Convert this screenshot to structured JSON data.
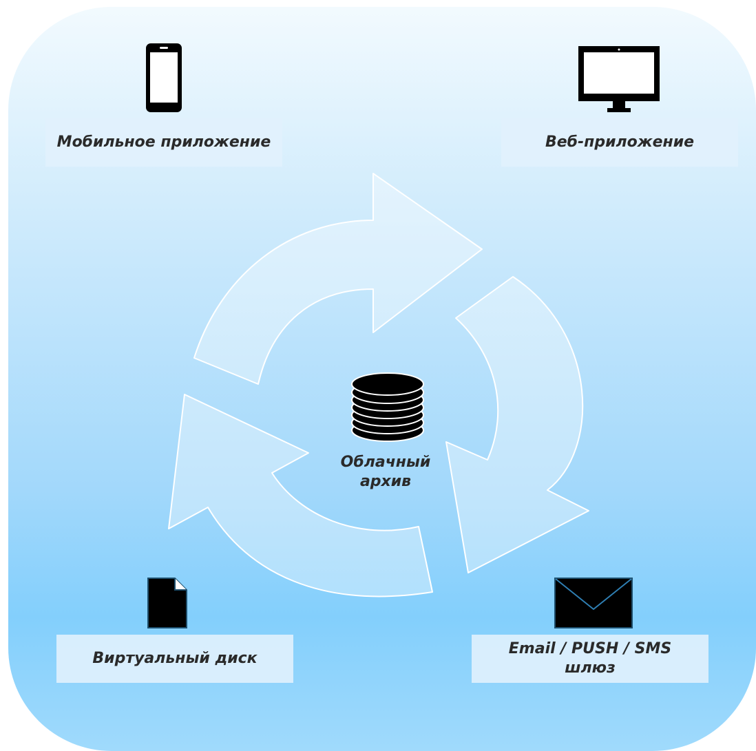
{
  "diagram": {
    "center": {
      "label": "Облачный архив",
      "icon": "database-icon"
    },
    "nodes": [
      {
        "id": "mobile",
        "label": "Мобильное приложение",
        "icon": "smartphone-icon"
      },
      {
        "id": "web",
        "label": "Веб-приложение",
        "icon": "monitor-icon"
      },
      {
        "id": "disk",
        "label": "Виртуальный диск",
        "icon": "document-icon"
      },
      {
        "id": "email",
        "label": "Email / PUSH / SMS шлюз",
        "icon": "envelope-icon"
      }
    ],
    "cycle": {
      "arrows": 3,
      "direction": "clockwise"
    },
    "colors": {
      "background_top": "#f2fafe",
      "background_bottom": "#83cffc",
      "arrow_fill": "#ffffff",
      "icon_fill": "#000000",
      "text": "#2a2a2a"
    }
  }
}
